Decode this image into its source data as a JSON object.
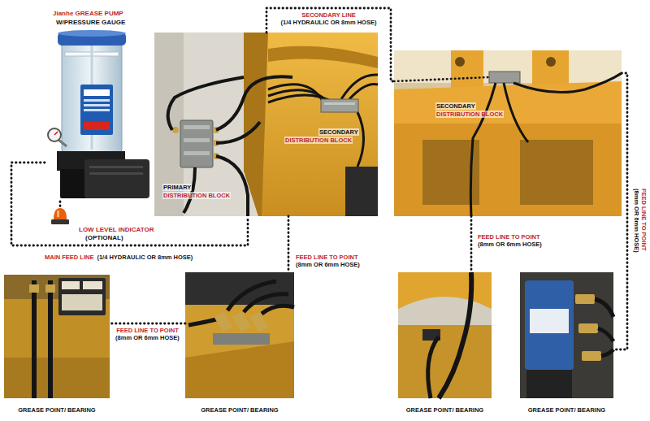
{
  "diagram": {
    "nodes": [
      {
        "text": [
          "Jianhe GREASE PUMP",
          "W/PRESSURE GAUGE"
        ]
      },
      {
        "text": [
          "LOW LEVEL INDICATOR",
          "(OPTIONAL)"
        ]
      },
      {
        "text": [
          "PRIMARY",
          "DISTRIBUTION BLOCK"
        ]
      },
      {
        "text": [
          "SECONDARY",
          "DISTRIBUTION BLOCK"
        ]
      },
      {
        "text": [
          "SECONDARY",
          "DISTRIBUTION BLOCK"
        ]
      },
      {
        "text": [
          "GREASE POINT/ BEARING"
        ]
      },
      {
        "text": [
          "GREASE POINT/ BEARING"
        ]
      },
      {
        "text": [
          "GREASE POINT/ BEARING"
        ]
      },
      {
        "text": [
          "GREASE POINT/ BEARING"
        ]
      }
    ],
    "edges": [
      {
        "from": 0,
        "to": 1,
        "arrow": "none"
      },
      {
        "from": 0,
        "to": 2,
        "label": "MAIN FEED LINE",
        "arrow": "none"
      },
      {
        "from": 3,
        "to": 4,
        "label": "SECONDARY LINE",
        "arrow": "none"
      },
      {
        "from": 3,
        "to": 6,
        "label": "FEED LINE TO POINT",
        "arrow": "none"
      },
      {
        "from": 6,
        "to": 5,
        "label": "FEED LINE TO POINT",
        "arrow": "none"
      },
      {
        "from": 4,
        "to": 7,
        "label": "FEED LINE TO POINT",
        "arrow": "none"
      },
      {
        "from": 4,
        "to": 8,
        "label": "FEED LINE TO POINT",
        "arrow": "none"
      }
    ],
    "labels": [
      "(1/4 HYDRAULIC OR 8mm HOSE)",
      "(1/4 HYDRAULIC OR 8mm HOSE)",
      "(8mm OR 6mm HOSE)",
      "(8mm OR 6mm HOSE)",
      "(8mm OR 6mm HOSE)",
      "(8mm OR 6mm HOSE)"
    ]
  }
}
